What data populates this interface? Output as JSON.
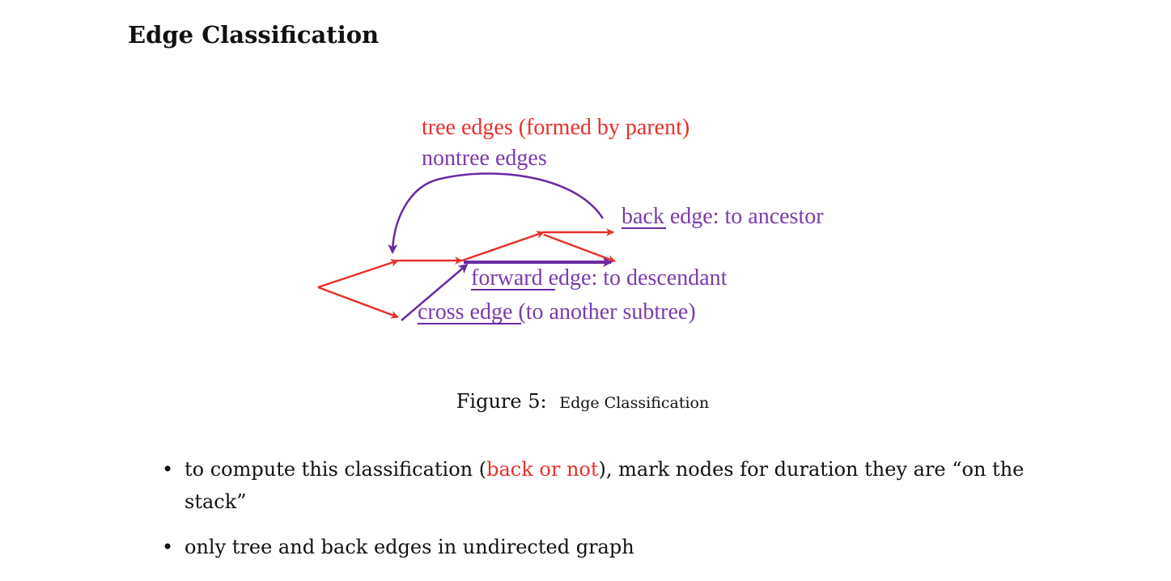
{
  "section": {
    "title": "Edge Classification"
  },
  "figure": {
    "legend": {
      "tree_edges": "tree edges (formed by parent)",
      "nontree_edges": "nontree edges"
    },
    "labels": {
      "back_word": "back",
      "back_rest": " edge: to ancestor",
      "forward_word": "forward ",
      "forward_rest": "edge: to descendant",
      "cross_word": "cross edge",
      "cross_rest": " (to another subtree)"
    },
    "caption": {
      "number": "Figure 5:",
      "text": "Edge Classification"
    },
    "colors": {
      "tree": "#e8302b",
      "nontree": "#7a3bab"
    }
  },
  "bullets": {
    "b1_pre": "to compute this classification (",
    "b1_red": "back or not",
    "b1_post": "), mark nodes for duration they are “on the stack”",
    "b2": "only tree and back edges in undirected graph",
    "marker": "•"
  }
}
